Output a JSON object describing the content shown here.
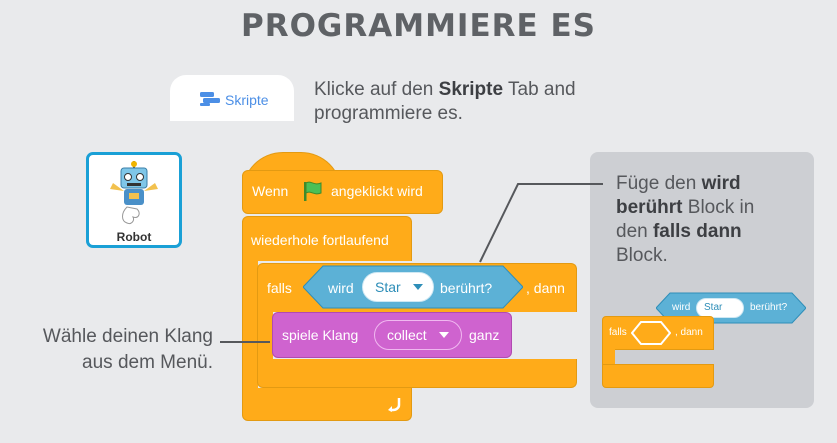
{
  "title": "PROGRAMMIERE ES",
  "tab": {
    "label": "Skripte"
  },
  "instruction": {
    "pre": "Klicke auf den ",
    "bold": "Skripte",
    "post": " Tab and",
    "line2": "programmiere es."
  },
  "sprite": {
    "name": "Robot"
  },
  "blocks": {
    "hat_when": "Wenn",
    "hat_clicked": "angeklickt wird",
    "forever": "wiederhole fortlaufend",
    "if_label": "falls",
    "if_then": ", dann",
    "touch_wird": "wird",
    "touch_target": "Star",
    "touch_suffix": "berührt?",
    "sound_label": "spiele Klang",
    "sound_value": "collect",
    "sound_suffix": "ganz"
  },
  "panel": {
    "pre": "Füge den ",
    "bold1": "wird",
    "bold2": "berührt",
    "mid": " Block in",
    "den": "den ",
    "bold3": "falls dann",
    "end": "Block.",
    "mini_wird": "wird",
    "mini_target": "Star",
    "mini_suffix": "berührt?",
    "mini_falls": "falls",
    "mini_then": ", dann"
  },
  "left_note": {
    "line1": "Wähle deinen Klang",
    "line2": "aus dem Menü."
  },
  "colors": {
    "events": "#ffab19",
    "sensing": "#5cb1d6",
    "sound": "#cf63cf",
    "background": "#e9eaec"
  }
}
